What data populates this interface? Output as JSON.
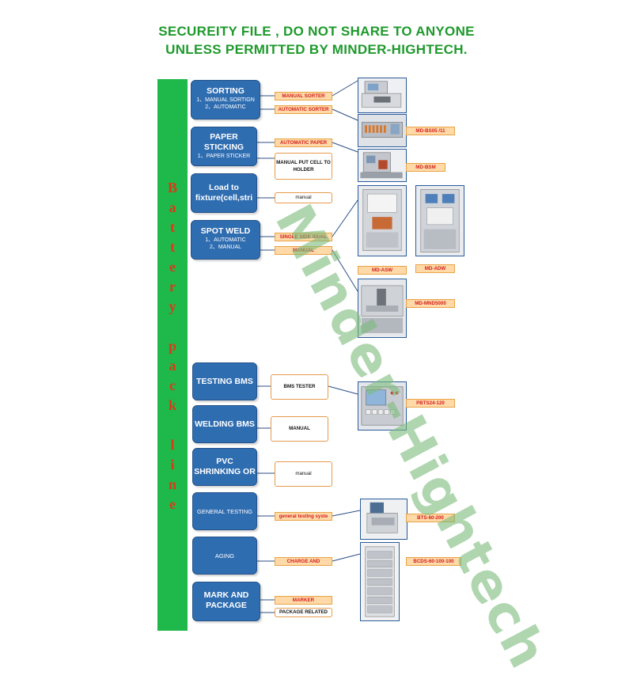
{
  "header": {
    "line1": "SECUREITY FILE , DO NOT SHARE TO ANYONE",
    "line2": "UNLESS PERMITTED BY MINDER-HIGHTECH."
  },
  "sidebar": {
    "letters": [
      "B",
      "a",
      "t",
      "t",
      "e",
      "r",
      "y",
      "p",
      "a",
      "c",
      "k",
      "l",
      "i",
      "n",
      "e"
    ]
  },
  "watermark": "Minder-Hightech",
  "steps": [
    {
      "title": "SORTING",
      "sub": "1、MANUAL SORTIGN\n2、AUTOMATIC"
    },
    {
      "title": "PAPER\nSTICKING",
      "sub": "1、PAPER STICKER"
    },
    {
      "title": "Load to\nfixture(cell,stri",
      "sub": ""
    },
    {
      "title": "SPOT WELD",
      "sub": "1、AUTOMATIC\n2、MANUAL"
    },
    {
      "title": "TESTING BMS",
      "sub": ""
    },
    {
      "title": "WELDING BMS",
      "sub": ""
    },
    {
      "title": "PVC\nSHRINKING OR",
      "sub": ""
    },
    {
      "title": "GENERAL TESTING",
      "sub": ""
    },
    {
      "title": "AGING",
      "sub": ""
    },
    {
      "title": "MARK AND\nPACKAGE",
      "sub": ""
    }
  ],
  "tags": {
    "manual_sorter": "MANUAL SORTER",
    "automatic_sorter": "AUTOMATIC SORTER",
    "automatic_paper": "AUTOMATIC PAPER",
    "manual_put_cell": "MANUAL PUT CELL TO HOLDER",
    "load_manual": "manual",
    "single_side_dual": "SINGLE SIDE /DUAL",
    "weld_manual": "MANUAL",
    "bms_tester": "BMS TESTER",
    "welding_manual": "MANUAL",
    "pvc_manual": "manual",
    "general_testing": "general testing syste",
    "charge_and": "CHARGE AND",
    "marker": "MARKER",
    "package_related": "PACKAGE RELATED"
  },
  "models": {
    "md_bs05": "MD-BS05 /11",
    "md_bsm": "MD-BSM",
    "md_asw": "MD-ASW",
    "md_adw": "MD-ADW",
    "md_mnd5000": "MD-MND5000",
    "pbts24": "PBTS24-120",
    "bts": "BTS-60-200",
    "bcds": "BCDS-60-100-100"
  },
  "colors": {
    "title_green": "#1e9a2c",
    "sidebar_green": "#1fb84a",
    "step_blue": "#2f6db1",
    "tag_orange": "#ffd9a8",
    "tag_text_red": "#d21e1e"
  }
}
